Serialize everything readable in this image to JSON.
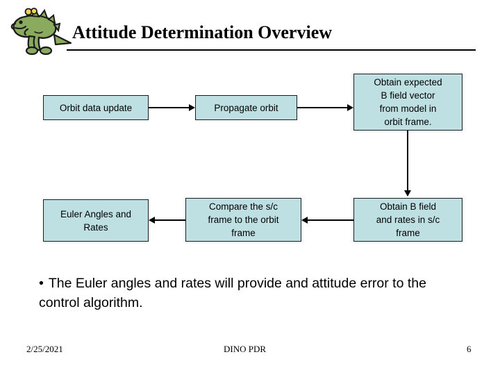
{
  "slide": {
    "title": "Attitude Determination Overview",
    "logo_icon": "dinosaur-logo"
  },
  "diagram": {
    "boxes": [
      {
        "id": "orbit-data-update",
        "text": "Orbit data update"
      },
      {
        "id": "propagate-orbit",
        "text": "Propagate orbit"
      },
      {
        "id": "obtain-expected-b",
        "text": "Obtain expected\nB field vector\nfrom model in\norbit frame."
      },
      {
        "id": "euler-angles",
        "text": "Euler Angles and\nRates"
      },
      {
        "id": "compare-frames",
        "text": "Compare the s/c\nframe to the orbit\nframe"
      },
      {
        "id": "obtain-b-field",
        "text": "Obtain B field\nand rates in s/c\nframe"
      }
    ],
    "connectors": [
      {
        "id": "conn-1",
        "from": "orbit-data-update",
        "to": "propagate-orbit",
        "direction": "right"
      },
      {
        "id": "conn-2",
        "from": "propagate-orbit",
        "to": "obtain-expected-b",
        "direction": "right"
      },
      {
        "id": "conn-3",
        "from": "obtain-expected-b",
        "to": "obtain-b-field",
        "direction": "down"
      },
      {
        "id": "conn-4",
        "from": "obtain-b-field",
        "to": "compare-frames",
        "direction": "left"
      },
      {
        "id": "conn-5",
        "from": "compare-frames",
        "to": "euler-angles",
        "direction": "left"
      }
    ],
    "box_fill_color": "#bee0e3",
    "box_border_color": "#1a1a1a"
  },
  "body": {
    "bullet_glyph": "•",
    "bullet_text": "The Euler angles and rates will provide and attitude error to the control algorithm."
  },
  "footer": {
    "date": "2/25/2021",
    "center": "DINO PDR",
    "page_number": "6"
  }
}
